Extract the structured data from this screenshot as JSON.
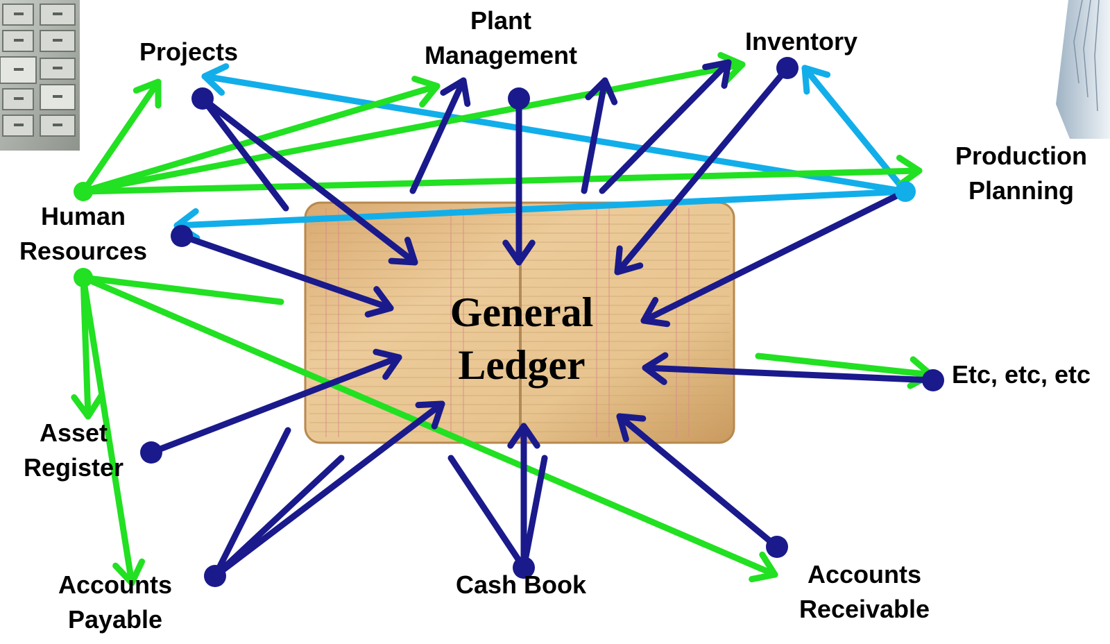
{
  "colors": {
    "dark_blue": "#1a1a8c",
    "green": "#22e022",
    "light_blue": "#12aeea",
    "ledger_paper": "#e6bf8c",
    "ledger_edge": "#b8894e"
  },
  "center": {
    "line1": "General",
    "line2": "Ledger"
  },
  "nodes": {
    "projects": {
      "lines": [
        "Projects"
      ]
    },
    "plant_management": {
      "lines": [
        "Plant",
        "Management"
      ]
    },
    "inventory": {
      "lines": [
        "Inventory"
      ]
    },
    "production_planning": {
      "lines": [
        "Production",
        "Planning"
      ]
    },
    "human_resources": {
      "lines": [
        "Human",
        "Resources"
      ]
    },
    "asset_register": {
      "lines": [
        "Asset",
        "Register"
      ]
    },
    "accounts_payable": {
      "lines": [
        "Accounts",
        "Payable"
      ]
    },
    "cash_book": {
      "lines": [
        "Cash Book"
      ]
    },
    "accounts_receivable": {
      "lines": [
        "Accounts",
        "Receivable"
      ]
    },
    "etc": {
      "lines": [
        "Etc, etc, etc"
      ]
    }
  },
  "pictures": {
    "top_left": "filing-cabinet-drawers",
    "top_right": "paper-document-stack"
  },
  "icons": {
    "arrow_head": "chevron-arrowhead",
    "endpoint": "filled-dot"
  }
}
